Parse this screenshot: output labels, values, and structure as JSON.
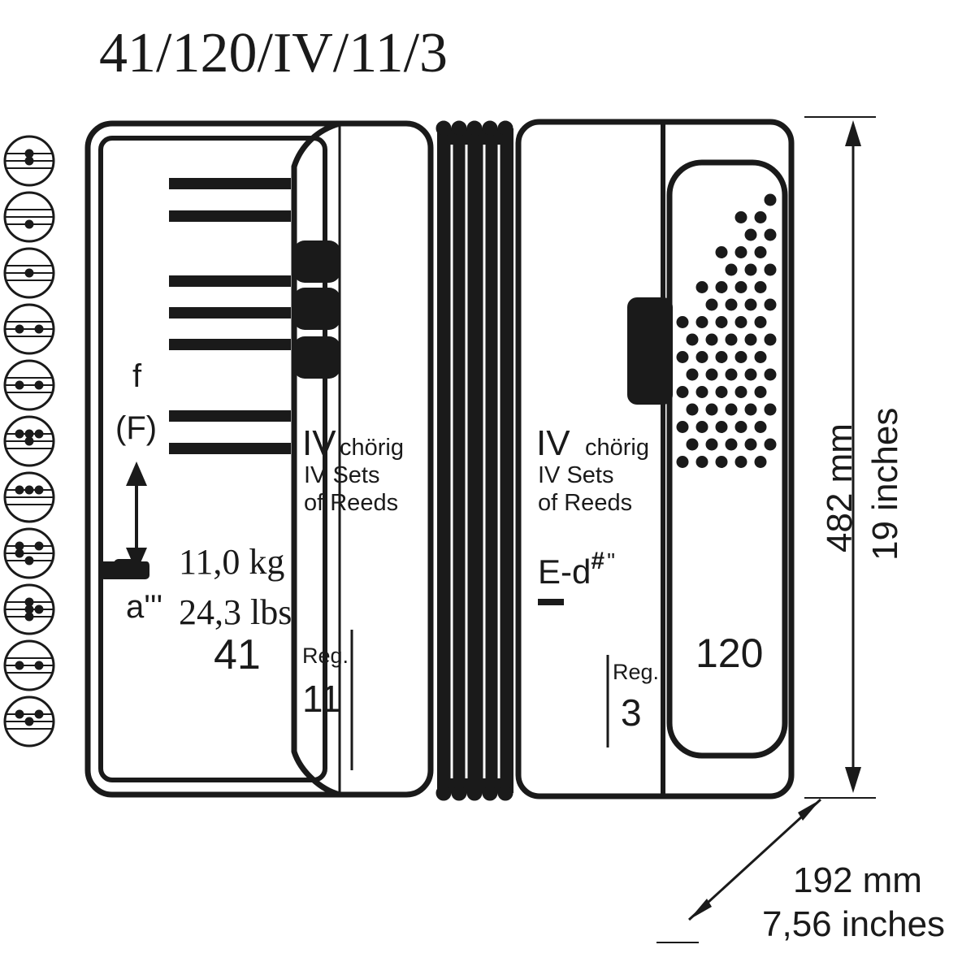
{
  "title": "41/120/IV/11/3",
  "treble": {
    "keys": "41",
    "range_top": "f",
    "range_top_alt": "(F)",
    "range_bottom": "a'''",
    "reeds_main": "IV",
    "reeds_sub": "chörig",
    "reeds_en_1": "IV Sets",
    "reeds_en_2": "of Reeds",
    "reg_label": "Reg.",
    "reg_count": "11"
  },
  "bass": {
    "buttons": "120",
    "reeds_main": "IV",
    "reeds_sub": "chörig",
    "reeds_en_1": "IV Sets",
    "reeds_en_2": "of Reeds",
    "range_low": "E",
    "range_dash": "-d",
    "range_sup": "#",
    "range_suffix": "\"",
    "reg_label": "Reg.",
    "reg_count": "3"
  },
  "weight": {
    "icon": "weight-icon",
    "kg": "11,0 kg",
    "lbs": "24,3 lbs"
  },
  "dimensions": {
    "height_mm": "482 mm",
    "height_in": "19 inches",
    "depth_mm": "192 mm",
    "depth_in": "7,56 inches"
  },
  "register_symbols": [
    {
      "name": "register-symbol-1-icon"
    },
    {
      "name": "register-symbol-2-icon"
    },
    {
      "name": "register-symbol-3-icon"
    },
    {
      "name": "register-symbol-4-icon"
    },
    {
      "name": "register-symbol-5-icon"
    },
    {
      "name": "register-symbol-6-icon"
    },
    {
      "name": "register-symbol-7-icon"
    },
    {
      "name": "register-symbol-8-icon"
    },
    {
      "name": "register-symbol-9-icon"
    },
    {
      "name": "register-symbol-10-icon"
    },
    {
      "name": "register-symbol-11-icon"
    }
  ],
  "colors": {
    "ink": "#1a1a1a",
    "background": "#ffffff"
  }
}
